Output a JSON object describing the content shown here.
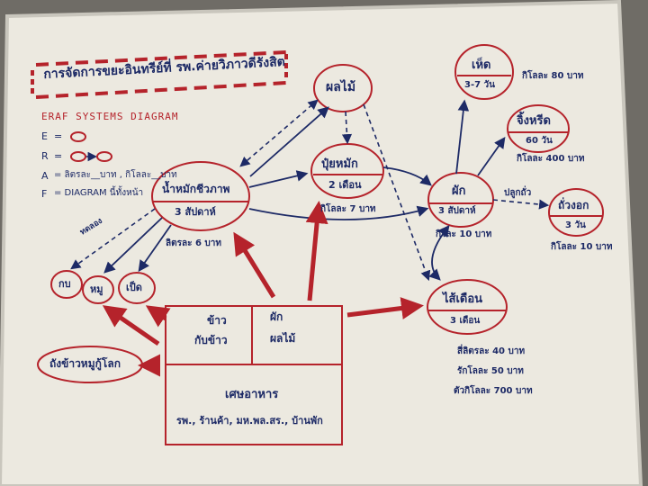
{
  "title": "การจัดการขยะอินทรีย์ที่ รพ.ค่ายวิภาวดีรังสิต",
  "subtitle": "ERAF SYSTEMS DIAGRAM",
  "legend": [
    {
      "key": "E",
      "text": "="
    },
    {
      "key": "R",
      "text": "="
    },
    {
      "key": "A",
      "text": "= ลิตรละ__บาท , กิโลละ__บาท"
    },
    {
      "key": "F",
      "text": "= DIAGRAM นี้ทั้งหน้า"
    }
  ],
  "nodes": {
    "fruit": {
      "name": "ผลไม้"
    },
    "mushroom": {
      "name": "เห็ด",
      "time": "3-7 วัน",
      "price": "กิโลละ 80 บาท"
    },
    "cricket": {
      "name": "จิ้งหรีด",
      "time": "60 วัน",
      "price": "กิโลละ 400 บาท"
    },
    "compost": {
      "name": "ปุ๋ยหมัก",
      "time": "2 เดือน",
      "price": "กิโลละ 7 บาท"
    },
    "bioferment": {
      "name": "น้ำหมักชีวภาพ",
      "time": "3 สัปดาห์",
      "price": "ลิตรละ 6 บาท"
    },
    "vegetable": {
      "name": "ผัก",
      "time": "3 สัปดาห์",
      "price": "กิโละ 10 บาท"
    },
    "sprout": {
      "name": "ถั่วงอก",
      "time": "3 วัน",
      "price": "กิโลละ 10 บาท"
    },
    "worm": {
      "name": "ไส้เดือน",
      "time": "3 เดือน",
      "prices": [
        "สี่ลิตรละ 40 บาท",
        "รักโลละ 50 บาท",
        "ตัวกิโลละ 700 บาท"
      ]
    },
    "frog": {
      "name": "กบ"
    },
    "pig": {
      "name": "หมู"
    },
    "duck": {
      "name": "เป็ด"
    },
    "bin": {
      "name": "ถังข้าวหมูกู้โลก"
    }
  },
  "edge_labels": {
    "test": "ทดลอง",
    "plant": "ปลูกถั่ว"
  },
  "source_box": {
    "cell1": [
      "ข้าว",
      "กับข้าว"
    ],
    "cell2": [
      "ผัก",
      "ผลไม้"
    ],
    "bottom_title": "เศษอาหาร",
    "bottom_text": "รพ., ร้านค้า, มห.พล.สร., บ้านพัก"
  },
  "colors": {
    "red": "#b5232b",
    "navy": "#1d2a66",
    "board": "#ece9e0"
  }
}
